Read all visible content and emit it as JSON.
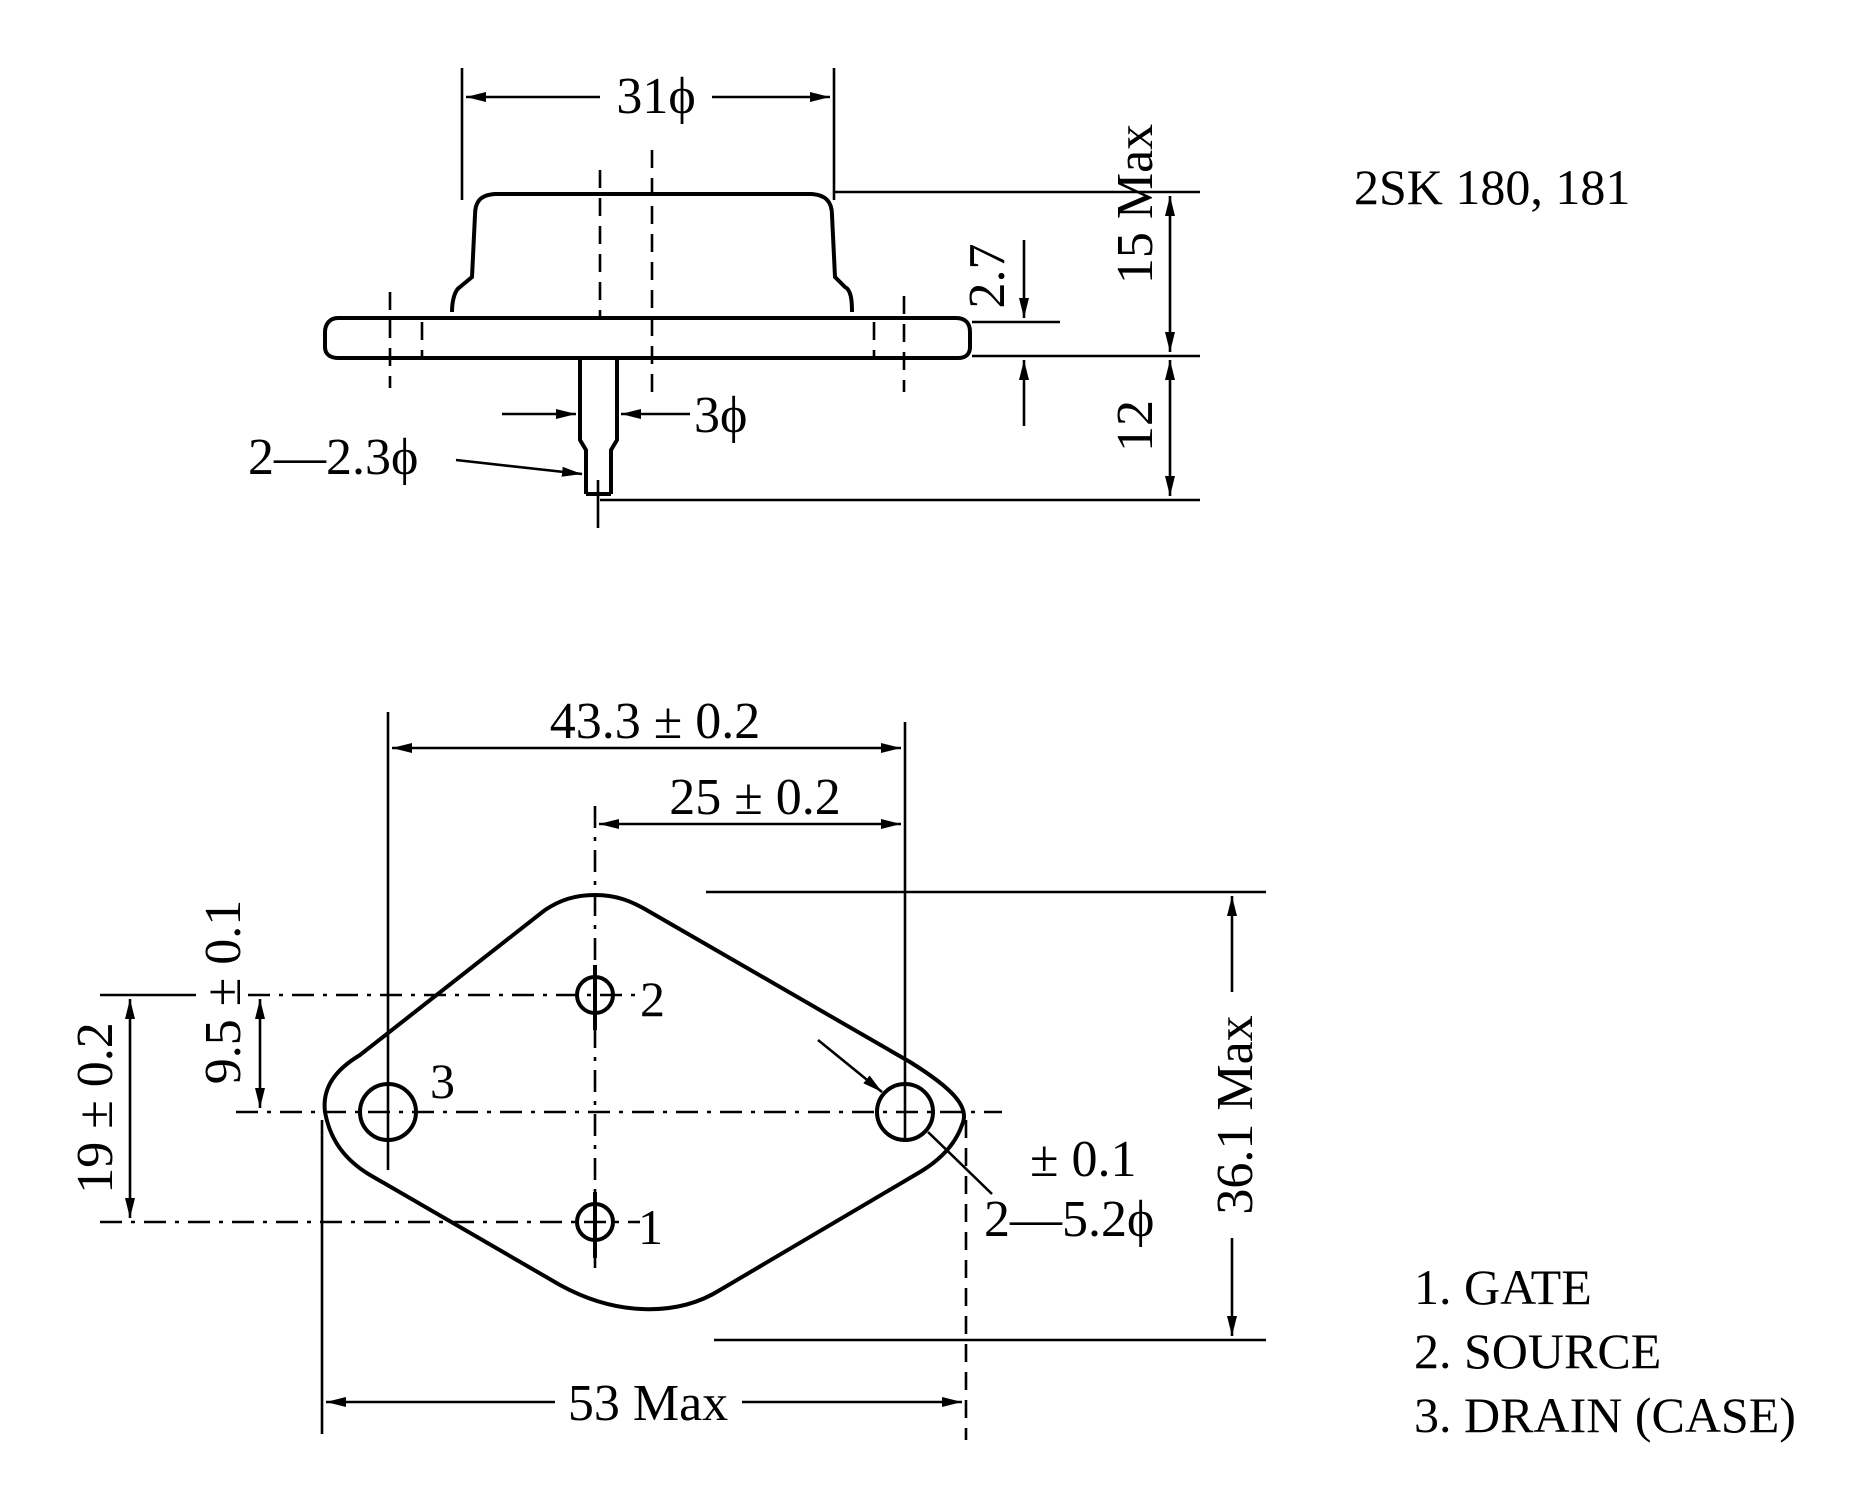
{
  "part_numbers": "2SK 180, 181",
  "side_view": {
    "dims": {
      "body_diameter": "31ϕ",
      "height_max": "15 Max",
      "flange_thickness": "2.7",
      "pin_length": "12",
      "pin_diameter": "3ϕ",
      "pin_spec": "2—2.3ϕ"
    }
  },
  "top_view": {
    "dims": {
      "hole_spacing": "43.3 ± 0.2",
      "half_spacing": "25 ± 0.2",
      "pin_offset": "9.5 ± 0.1",
      "pin_spacing": "19 ± 0.2",
      "height_max": "36.1 Max",
      "width_max": "53 Max",
      "hole_tolerance": "± 0.1",
      "hole_spec": "2—5.2ϕ"
    },
    "pin_numbers": [
      "1",
      "2",
      "3"
    ]
  },
  "legend": [
    "1. GATE",
    "2. SOURCE",
    "3. DRAIN (CASE)"
  ]
}
